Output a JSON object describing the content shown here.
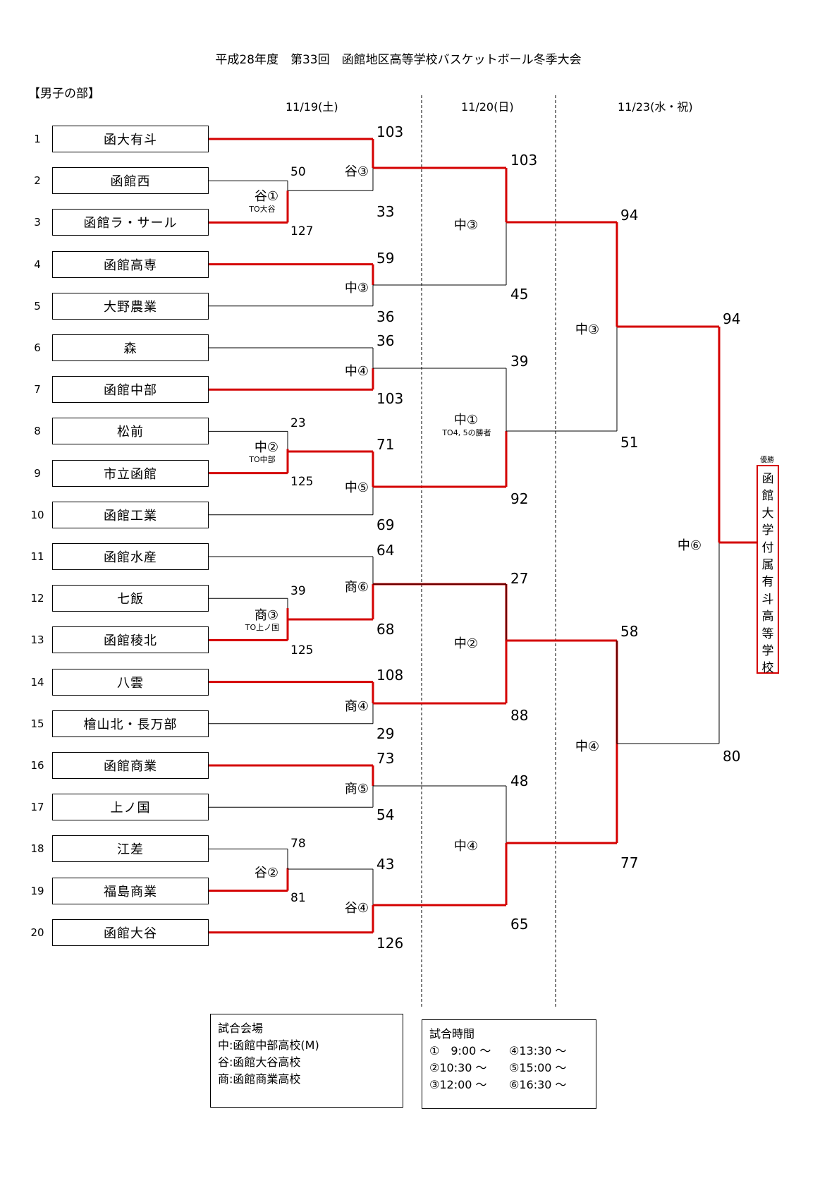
{
  "title": "平成28年度　第33回　函館地区高等学校バスケットボール冬季大会",
  "division": "【男子の部】",
  "dates": [
    "11/19(土)",
    "11/20(日)",
    "11/23(水・祝)"
  ],
  "teams": [
    {
      "seed": "1",
      "name": "函大有斗"
    },
    {
      "seed": "2",
      "name": "函館西"
    },
    {
      "seed": "3",
      "name": "函館ラ・サール"
    },
    {
      "seed": "4",
      "name": "函館高専"
    },
    {
      "seed": "5",
      "name": "大野農業"
    },
    {
      "seed": "6",
      "name": "森"
    },
    {
      "seed": "7",
      "name": "函館中部"
    },
    {
      "seed": "8",
      "name": "松前"
    },
    {
      "seed": "9",
      "name": "市立函館"
    },
    {
      "seed": "10",
      "name": "函館工業"
    },
    {
      "seed": "11",
      "name": "函館水産"
    },
    {
      "seed": "12",
      "name": "七飯"
    },
    {
      "seed": "13",
      "name": "函館稜北"
    },
    {
      "seed": "14",
      "name": "八雲"
    },
    {
      "seed": "15",
      "name": "檜山北・長万部"
    },
    {
      "seed": "16",
      "name": "函館商業"
    },
    {
      "seed": "17",
      "name": "上ノ国"
    },
    {
      "seed": "18",
      "name": "江差"
    },
    {
      "seed": "19",
      "name": "福島商業"
    },
    {
      "seed": "20",
      "name": "函館大谷"
    }
  ],
  "games": [
    {
      "label": "谷①",
      "note": "TO大谷",
      "score_top": "50",
      "score_bottom": "127"
    },
    {
      "label": "中②",
      "note": "TO中部",
      "score_top": "23",
      "score_bottom": "125"
    },
    {
      "label": "商③",
      "note": "TO上ノ国",
      "score_top": "39",
      "score_bottom": "125"
    },
    {
      "label": "谷②",
      "note": "",
      "score_top": "78",
      "score_bottom": "81"
    },
    {
      "label": "谷③",
      "note": "",
      "score_top": "103",
      "score_bottom": "33"
    },
    {
      "label": "中③",
      "note": "",
      "score_top": "59",
      "score_bottom": "36"
    },
    {
      "label": "中④",
      "note": "",
      "score_top": "36",
      "score_bottom": "103"
    },
    {
      "label": "中⑤",
      "note": "",
      "score_top": "71",
      "score_bottom": "69"
    },
    {
      "label": "商⑥",
      "note": "",
      "score_top": "64",
      "score_bottom": "68"
    },
    {
      "label": "商④",
      "note": "",
      "score_top": "108",
      "score_bottom": "29"
    },
    {
      "label": "商⑤",
      "note": "",
      "score_top": "73",
      "score_bottom": "54"
    },
    {
      "label": "谷④",
      "note": "",
      "score_top": "43",
      "score_bottom": "126"
    },
    {
      "label": "中③",
      "note": "",
      "score_top": "103",
      "score_bottom": "45"
    },
    {
      "label": "中①",
      "note": "TO4, 5の勝者",
      "score_top": "39",
      "score_bottom": "92"
    },
    {
      "label": "中②",
      "note": "",
      "score_top": "27",
      "score_bottom": "88"
    },
    {
      "label": "中④",
      "note": "",
      "score_top": "48",
      "score_bottom": "65"
    },
    {
      "label": "中③",
      "note": "",
      "score_top": "94",
      "score_bottom": "51"
    },
    {
      "label": "中④",
      "note": "",
      "score_top": "58",
      "score_bottom": "77"
    },
    {
      "label": "中⑥",
      "note": "",
      "score_top": "94",
      "score_bottom": "80"
    }
  ],
  "champion": {
    "label": "優勝",
    "name": "函館大学付属有斗高等学校"
  },
  "venues": {
    "title": "試合会場",
    "items": [
      "中:函館中部高校(M)",
      "谷:函館大谷高校",
      "商:函館商業高校"
    ]
  },
  "times": {
    "title": "試合時間",
    "rows": [
      [
        "①　9:00 ～",
        "④13:30 ～"
      ],
      [
        "②10:30 ～",
        "⑤15:00 ～"
      ],
      [
        "③12:00 ～",
        "⑥16:30 ～"
      ]
    ]
  },
  "colors": {
    "win": "#d40000",
    "line": "#000000"
  }
}
